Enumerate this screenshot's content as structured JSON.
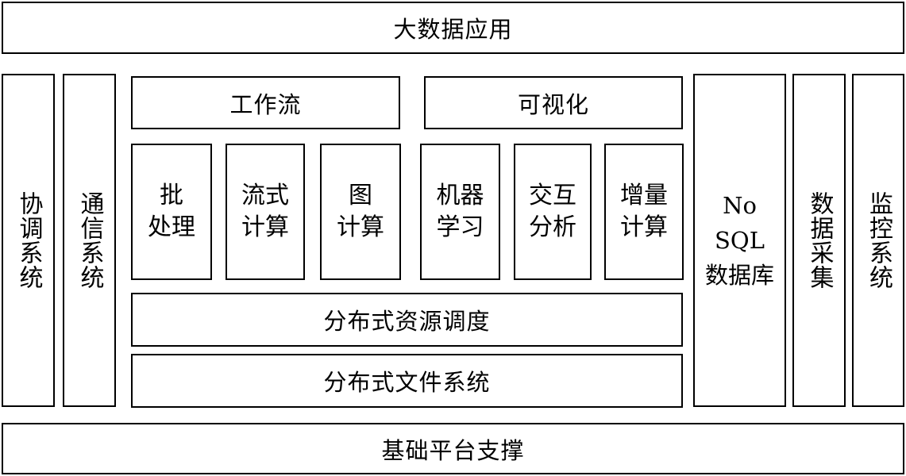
{
  "top": "大数据应用",
  "bottom": "基础平台支撑",
  "left_columns": [
    "协调系统",
    "通信系统"
  ],
  "right_columns": [
    "数据采集",
    "监控系统"
  ],
  "nosql": {
    "line1": "No SQL",
    "line2": "数据库"
  },
  "upper": {
    "workflow": "工作流",
    "visualization": "可视化"
  },
  "engines": [
    {
      "line1": "批",
      "line2": "处理"
    },
    {
      "line1": "流式",
      "line2": "计算"
    },
    {
      "line1": "图",
      "line2": "计算"
    },
    {
      "line1": "机器",
      "line2": "学习"
    },
    {
      "line1": "交互",
      "line2": "分析"
    },
    {
      "line1": "增量",
      "line2": "计算"
    }
  ],
  "scheduler": "分布式资源调度",
  "filesystem": "分布式文件系统"
}
